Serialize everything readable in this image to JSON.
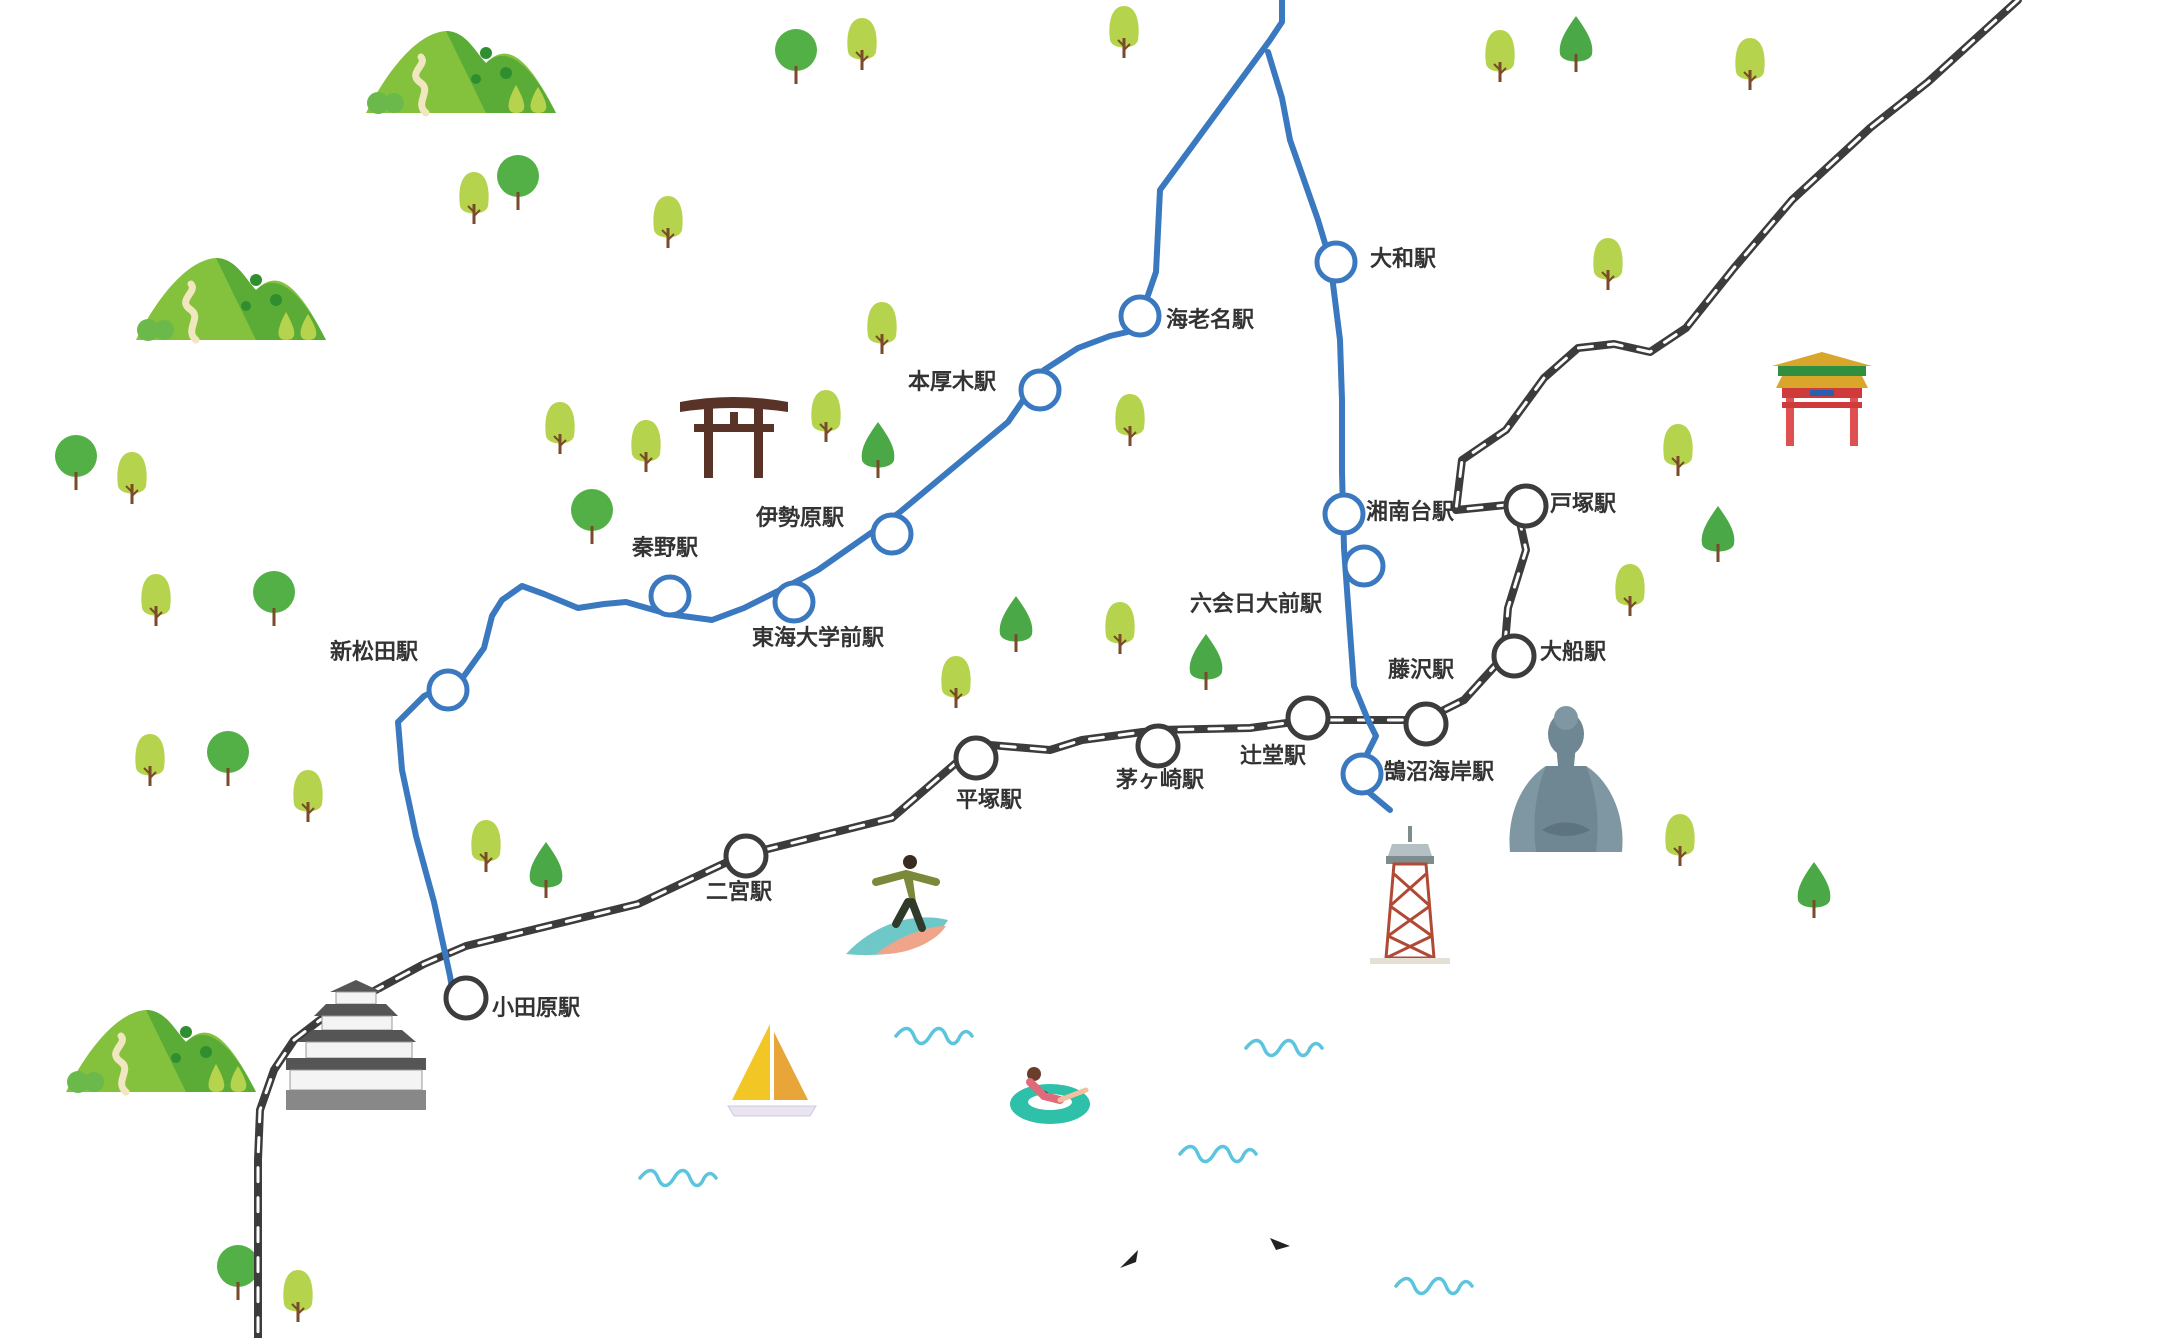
{
  "stations": {
    "yamato": "大和駅",
    "ebina": "海老名駅",
    "honatsugi": "本厚木駅",
    "isehara": "伊勢原駅",
    "hadano": "秦野駅",
    "tokaidaigakumae": "東海大学前駅",
    "shinmatsuda": "新松田駅",
    "odawara": "小田原駅",
    "ninomiya": "二宮駅",
    "hiratsuka": "平塚駅",
    "chigasaki": "茅ヶ崎駅",
    "tsujido": "辻堂駅",
    "fujisawa": "藤沢駅",
    "ofuna": "大船駅",
    "totsuka": "戸塚駅",
    "shonandai": "湘南台駅",
    "mutsuaihiyoshi": "六会日大前駅",
    "kugenumakaigan": "鵠沼海岸駅"
  },
  "lines": {
    "jr_color": "#3c3c3c",
    "private_color": "#3a78bf"
  },
  "landmarks": [
    "torii-gate",
    "odawara-castle",
    "yokohama-chinatown-gate",
    "kamakura-daibutsu",
    "enoshima-lighthouse",
    "surfer",
    "sailboat",
    "swim-ring",
    "mountain",
    "tree"
  ],
  "colors": {
    "tree_green": "#7cbf3a",
    "tree_light": "#a9cf4a",
    "mountain": "#7dbb3a",
    "wave": "#5cc4dc",
    "background": "#ffffff"
  }
}
